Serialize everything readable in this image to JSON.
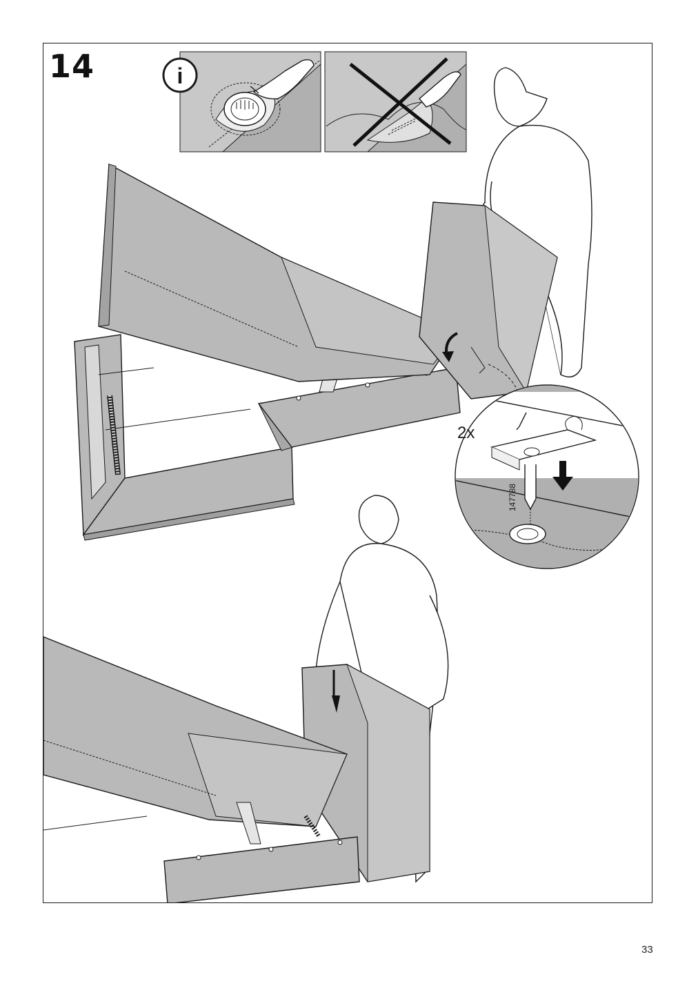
{
  "step": {
    "number": "14"
  },
  "info_panel": {
    "info_symbol": "i",
    "icon": "info-icon"
  },
  "callout": {
    "quantity": "2x",
    "part_number": "147788"
  },
  "page": {
    "number": "33"
  },
  "colors": {
    "upholstery": "#b9b9b9",
    "upholstery_dark": "#a3a3a3",
    "line": "#1a1a1a",
    "panel_bg": "#c8c8c8"
  }
}
